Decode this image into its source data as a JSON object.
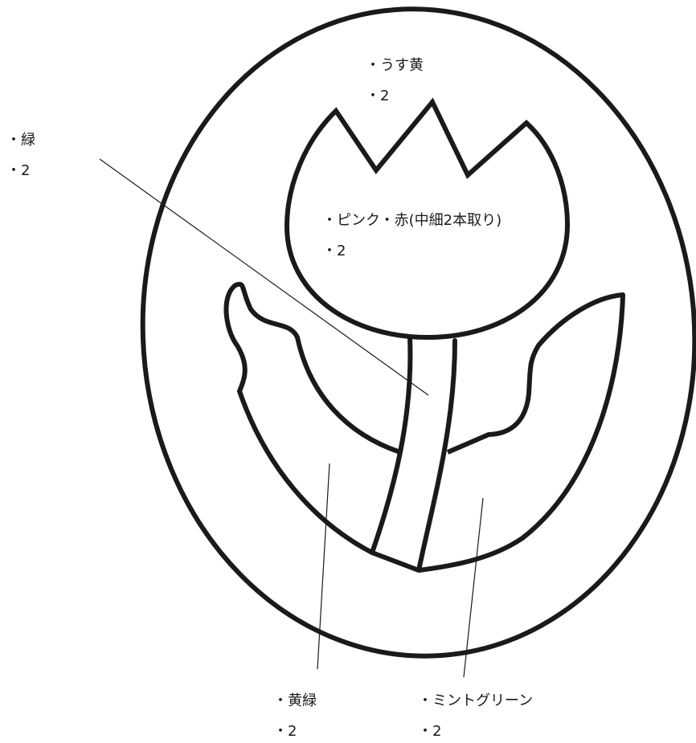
{
  "labels": {
    "top": {
      "name": "・うす黄",
      "count": "・2"
    },
    "left": {
      "name": "・緑",
      "count": "・2"
    },
    "center": {
      "name": "・ピンク・赤(中細2本取り)",
      "count": "・2"
    },
    "bottom_left": {
      "name": "・黄緑",
      "count": "・2"
    },
    "bottom_right": {
      "name": "・ミントグリーン",
      "count": "・2"
    }
  },
  "colors": {
    "stroke": "#1a1a1a",
    "background": "#ffffff"
  }
}
